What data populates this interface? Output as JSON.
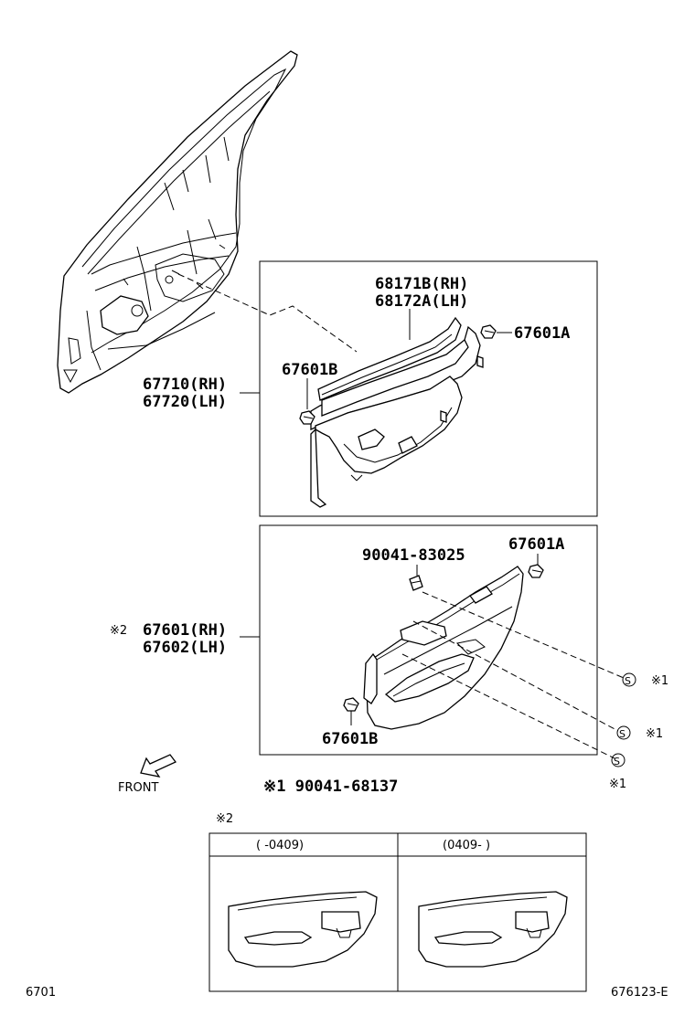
{
  "labels": {
    "beltline": [
      "68171B(RH)",
      "68172A(LH)"
    ],
    "clip_a_top": "67601A",
    "clip_b_top": "67601B",
    "panel_upper": [
      "67710(RH)",
      "67720(LH)"
    ],
    "screw": "90041-83025",
    "clip_a_bottom": "67601A",
    "trim_mark": "※2",
    "trim_board": [
      "67601(RH)",
      "67602(LH)"
    ],
    "clip_b_bottom": "67601B",
    "callout_1": "※1",
    "callout_2": "※1",
    "callout_3": "※1",
    "front": "FRONT",
    "note": "※1  90041-68137",
    "variants_mark": "※2",
    "variant_left": "(     -0409)",
    "variant_right": "(0409-      )",
    "page_left": "6701",
    "page_right": "676123-E"
  }
}
